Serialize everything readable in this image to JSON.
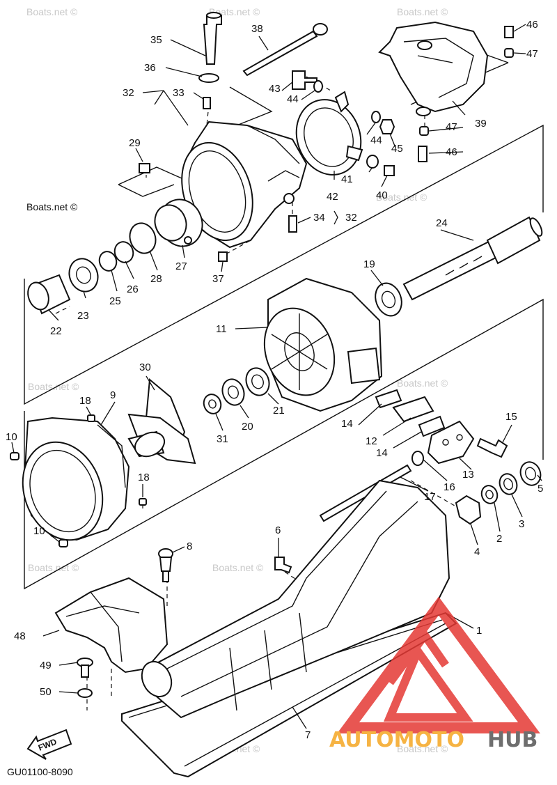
{
  "diagram": {
    "code": "GU01100-8090",
    "watermark": "Boats.net ©",
    "fwd_label": "FWD",
    "logo": {
      "text_left": "AUTOMOTO",
      "text_right": "HUB",
      "color_left": "#f5a623",
      "color_right": "#555555",
      "triangle_color": "#e53935"
    },
    "callouts": {
      "p1": "1",
      "p2": "2",
      "p3": "3",
      "p4": "4",
      "p5": "5",
      "p6": "6",
      "p7": "7",
      "p8": "8",
      "p9": "9",
      "p10a": "10",
      "p10b": "10",
      "p11": "11",
      "p12": "12",
      "p13": "13",
      "p14a": "14",
      "p14b": "14",
      "p15": "15",
      "p16": "16",
      "p17": "17",
      "p18a": "18",
      "p18b": "18",
      "p19": "19",
      "p20": "20",
      "p21": "21",
      "p22": "22",
      "p23": "23",
      "p24": "24",
      "p25": "25",
      "p26": "26",
      "p27": "27",
      "p28": "28",
      "p29": "29",
      "p30": "30",
      "p31": "31",
      "p32a": "32",
      "p32b": "32",
      "p33": "33",
      "p34": "34",
      "p35": "35",
      "p36": "36",
      "p37": "37",
      "p38": "38",
      "p39": "39",
      "p40": "40",
      "p41": "41",
      "p42": "42",
      "p43": "43",
      "p44a": "44",
      "p44b": "44",
      "p45": "45",
      "p46a": "46",
      "p46b": "46",
      "p47a": "47",
      "p47b": "47",
      "p48": "48",
      "p49": "49",
      "p50": "50"
    }
  }
}
